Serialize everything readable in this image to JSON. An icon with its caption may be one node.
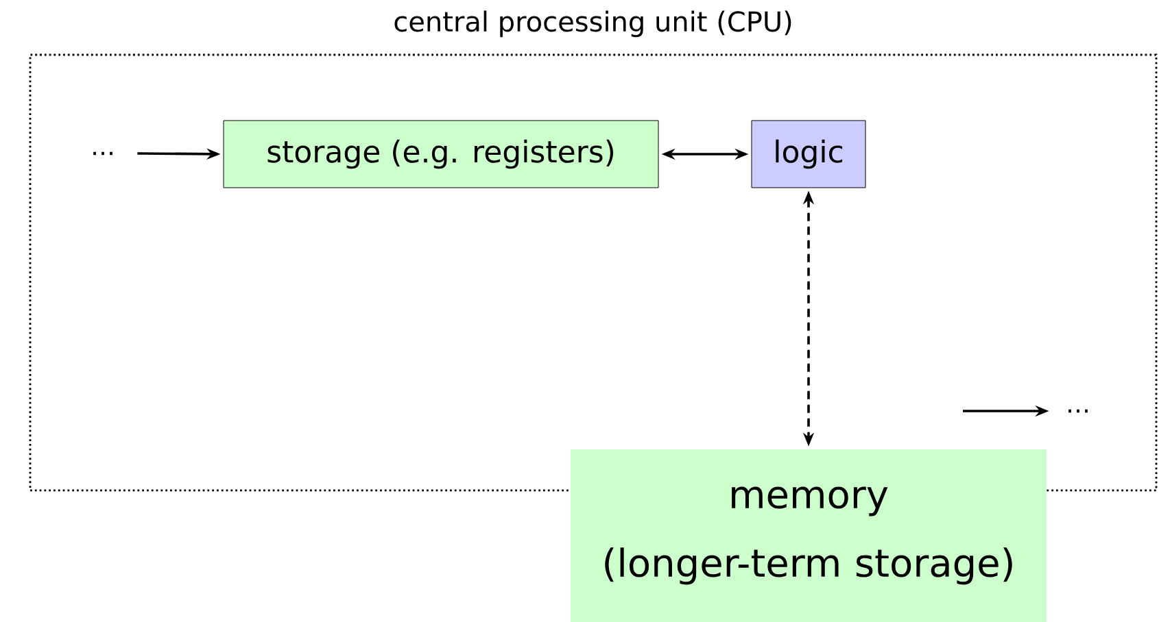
{
  "diagram": {
    "nodes": [
      {
        "text": [
          "central processing unit (CPU)"
        ]
      },
      {
        "text": [
          "…"
        ],
        "in": 0
      },
      {
        "text": [
          "storage (e.g. registers)"
        ],
        "in": 0
      },
      {
        "text": [
          "logic"
        ],
        "in": 0
      },
      {
        "text": [
          "memory (longer-term storage)"
        ]
      },
      {
        "text": [
          "…"
        ],
        "in": 0
      }
    ],
    "edges": [
      {
        "from": 1,
        "to": 2,
        "arrow": "to"
      },
      {
        "from": 2,
        "to": 3,
        "arrow": "both"
      },
      {
        "from": 3,
        "to": 4,
        "arrow": "both",
        "style": "dashed"
      },
      {
        "from": null,
        "to": 5,
        "arrow": "to"
      }
    ]
  }
}
